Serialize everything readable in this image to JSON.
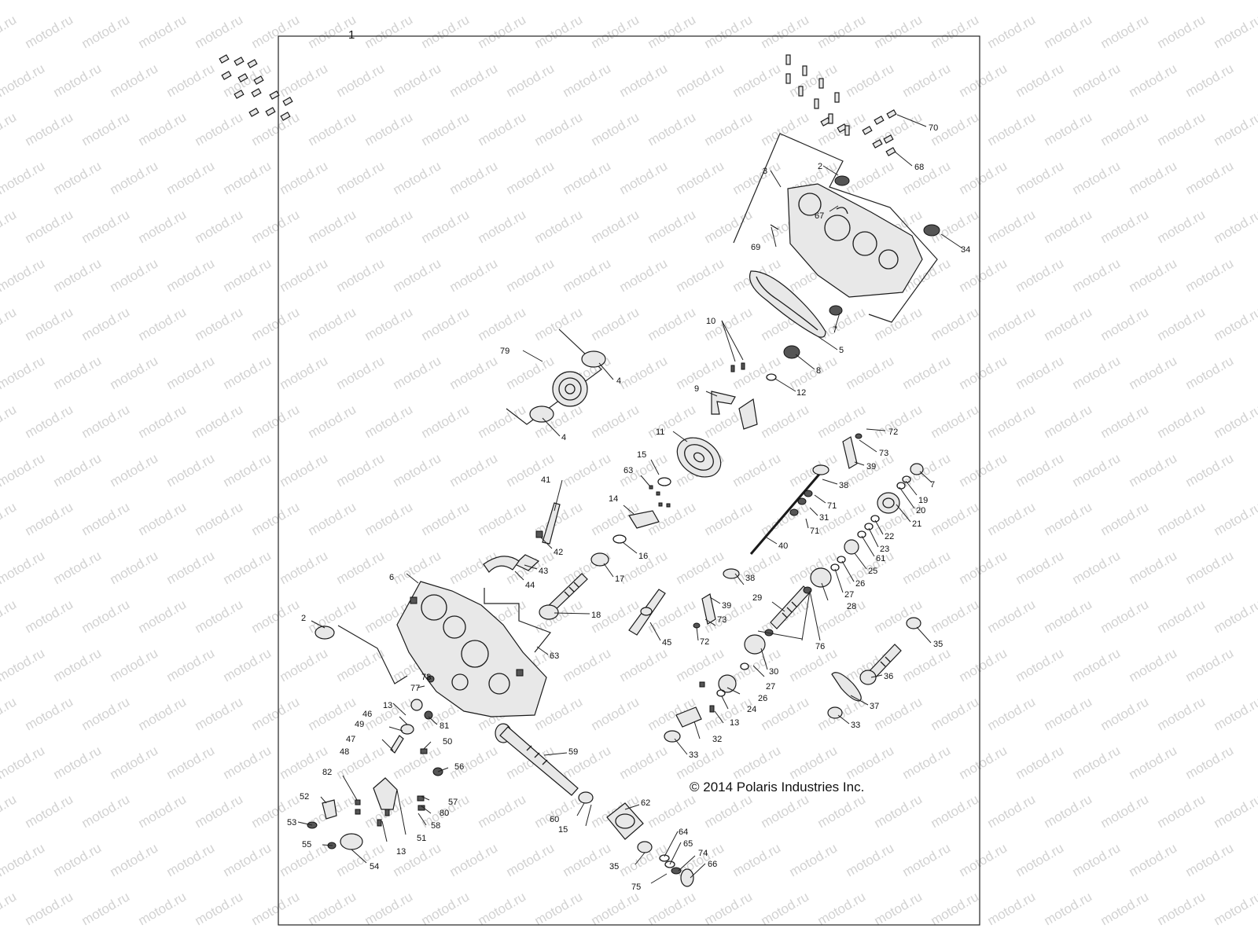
{
  "sheet_number": "1",
  "copyright": "© 2014 Polaris Industries Inc.",
  "watermark": "motod.ru",
  "callouts": [
    {
      "id": "c70",
      "text": "70"
    },
    {
      "id": "c68",
      "text": "68"
    },
    {
      "id": "c3",
      "text": "3"
    },
    {
      "id": "c2a",
      "text": "2"
    },
    {
      "id": "c67",
      "text": "67"
    },
    {
      "id": "c69",
      "text": "69"
    },
    {
      "id": "c34",
      "text": "34"
    },
    {
      "id": "c10",
      "text": "10"
    },
    {
      "id": "c7a",
      "text": "7"
    },
    {
      "id": "c5",
      "text": "5"
    },
    {
      "id": "c79",
      "text": "79"
    },
    {
      "id": "c4a",
      "text": "4"
    },
    {
      "id": "c8",
      "text": "8"
    },
    {
      "id": "c12",
      "text": "12"
    },
    {
      "id": "c9",
      "text": "9"
    },
    {
      "id": "c4b",
      "text": "4"
    },
    {
      "id": "c11",
      "text": "11"
    },
    {
      "id": "c72a",
      "text": "72"
    },
    {
      "id": "c73a",
      "text": "73"
    },
    {
      "id": "c15a",
      "text": "15"
    },
    {
      "id": "c39a",
      "text": "39"
    },
    {
      "id": "c63a",
      "text": "63"
    },
    {
      "id": "c41",
      "text": "41"
    },
    {
      "id": "c38a",
      "text": "38"
    },
    {
      "id": "c7b",
      "text": "7"
    },
    {
      "id": "c19",
      "text": "19"
    },
    {
      "id": "c14",
      "text": "14"
    },
    {
      "id": "c71a",
      "text": "71"
    },
    {
      "id": "c20",
      "text": "20"
    },
    {
      "id": "c31",
      "text": "31"
    },
    {
      "id": "c21",
      "text": "21"
    },
    {
      "id": "c71b",
      "text": "71"
    },
    {
      "id": "c22",
      "text": "22"
    },
    {
      "id": "c42",
      "text": "42"
    },
    {
      "id": "c16",
      "text": "16"
    },
    {
      "id": "c40",
      "text": "40"
    },
    {
      "id": "c23",
      "text": "23"
    },
    {
      "id": "c61",
      "text": "61"
    },
    {
      "id": "c43",
      "text": "43"
    },
    {
      "id": "c25",
      "text": "25"
    },
    {
      "id": "c17",
      "text": "17"
    },
    {
      "id": "c38b",
      "text": "38"
    },
    {
      "id": "c26a",
      "text": "26"
    },
    {
      "id": "c44",
      "text": "44"
    },
    {
      "id": "c27a",
      "text": "27"
    },
    {
      "id": "c6",
      "text": "6"
    },
    {
      "id": "c29",
      "text": "29"
    },
    {
      "id": "c28",
      "text": "28"
    },
    {
      "id": "c39b",
      "text": "39"
    },
    {
      "id": "c18",
      "text": "18"
    },
    {
      "id": "c73b",
      "text": "73"
    },
    {
      "id": "c2b",
      "text": "2"
    },
    {
      "id": "c72b",
      "text": "72"
    },
    {
      "id": "c76",
      "text": "76"
    },
    {
      "id": "c45",
      "text": "45"
    },
    {
      "id": "c35a",
      "text": "35"
    },
    {
      "id": "c63b",
      "text": "63"
    },
    {
      "id": "c30",
      "text": "30"
    },
    {
      "id": "c36",
      "text": "36"
    },
    {
      "id": "c78",
      "text": "78"
    },
    {
      "id": "c27b",
      "text": "27"
    },
    {
      "id": "c77",
      "text": "77"
    },
    {
      "id": "c26b",
      "text": "26"
    },
    {
      "id": "c37",
      "text": "37"
    },
    {
      "id": "c24",
      "text": "24"
    },
    {
      "id": "c13a",
      "text": "13"
    },
    {
      "id": "c46",
      "text": "46"
    },
    {
      "id": "c81",
      "text": "81"
    },
    {
      "id": "c13b",
      "text": "13"
    },
    {
      "id": "c33a",
      "text": "33"
    },
    {
      "id": "c49",
      "text": "49"
    },
    {
      "id": "c32",
      "text": "32"
    },
    {
      "id": "c47",
      "text": "47"
    },
    {
      "id": "c33b",
      "text": "33"
    },
    {
      "id": "c50",
      "text": "50"
    },
    {
      "id": "c48",
      "text": "48"
    },
    {
      "id": "c59",
      "text": "59"
    },
    {
      "id": "c56",
      "text": "56"
    },
    {
      "id": "c82",
      "text": "82"
    },
    {
      "id": "c52",
      "text": "52"
    },
    {
      "id": "c57",
      "text": "57"
    },
    {
      "id": "c62",
      "text": "62"
    },
    {
      "id": "c80",
      "text": "80"
    },
    {
      "id": "c53",
      "text": "53"
    },
    {
      "id": "c58",
      "text": "58"
    },
    {
      "id": "c60",
      "text": "60"
    },
    {
      "id": "c15b",
      "text": "15"
    },
    {
      "id": "c51",
      "text": "51"
    },
    {
      "id": "c64",
      "text": "64"
    },
    {
      "id": "c55",
      "text": "55"
    },
    {
      "id": "c13c",
      "text": "13"
    },
    {
      "id": "c65",
      "text": "65"
    },
    {
      "id": "c74",
      "text": "74"
    },
    {
      "id": "c54",
      "text": "54"
    },
    {
      "id": "c66",
      "text": "66"
    },
    {
      "id": "c35b",
      "text": "35"
    },
    {
      "id": "c75",
      "text": "75"
    }
  ]
}
